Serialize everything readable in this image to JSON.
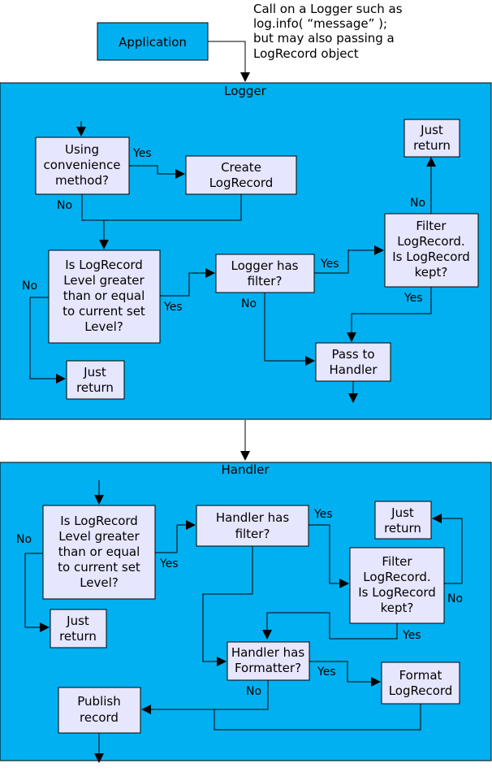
{
  "header": {
    "application": "Application",
    "note": [
      "Call on a Logger such as",
      "log.info( “message” );",
      "but may also passing a",
      "LogRecord object"
    ]
  },
  "logger": {
    "title": "Logger",
    "using_convenience": [
      "Using",
      "convenience",
      "method?"
    ],
    "create_logrecord": [
      "Create",
      "LogRecord"
    ],
    "level_check": [
      "Is LogRecord",
      "Level greater",
      "than or equal",
      "to current set",
      "Level?"
    ],
    "logger_has_filter": [
      "Logger has",
      "filter?"
    ],
    "filter_logrecord": [
      "Filter",
      "LogRecord.",
      "Is LogRecord",
      "kept?"
    ],
    "just_return_top": [
      "Just",
      "return"
    ],
    "just_return_bottom": [
      "Just",
      "return"
    ],
    "pass_to_handler": [
      "Pass to",
      "Handler"
    ],
    "labels": {
      "yes_convenience": "Yes",
      "no_convenience": "No",
      "no_level": "No",
      "yes_level": "Yes",
      "yes_filter": "Yes",
      "no_filter": "No",
      "no_kept": "No",
      "yes_kept": "Yes"
    }
  },
  "handler": {
    "title": "Handler",
    "level_check": [
      "Is LogRecord",
      "Level greater",
      "than or equal",
      "to current set",
      "Level?"
    ],
    "handler_has_filter": [
      "Handler has",
      "filter?"
    ],
    "filter_logrecord": [
      "Filter",
      "LogRecord.",
      "Is LogRecord",
      "kept?"
    ],
    "just_return_top": [
      "Just",
      "return"
    ],
    "just_return_left": [
      "Just",
      "return"
    ],
    "handler_has_formatter": [
      "Handler has",
      "Formatter?"
    ],
    "format_logrecord": [
      "Format",
      "LogRecord"
    ],
    "publish_record": [
      "Publish",
      "record"
    ],
    "labels": {
      "no_level": "No",
      "yes_level": "Yes",
      "yes_filter": "Yes",
      "no_kept": "No",
      "yes_kept": "Yes",
      "yes_formatter": "Yes",
      "no_formatter": "No"
    }
  }
}
